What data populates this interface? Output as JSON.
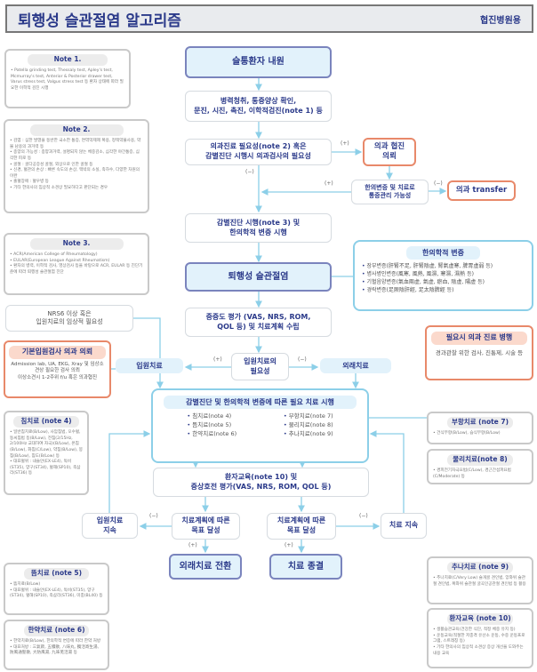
{
  "header": {
    "title": "퇴행성 슬관절염 알고리즘",
    "subtitle": "협진병원용"
  },
  "flow": {
    "visit": "슬통환자 내원",
    "history": [
      "병력청취, 통증양상 확인,",
      "문진, 시진, 촉진, 이학적검진(note 1) 등"
    ],
    "need_medical": [
      "의과진료 필요성(note 2) 혹은",
      "감별진단 시행시 의과검사의 필요성"
    ],
    "referral": [
      "의과 협진",
      "의뢰"
    ],
    "km_possible": [
      "한의변증 및 치료로",
      "통증관리 가능성"
    ],
    "transfer": "의과 transfer",
    "diff_dx": [
      "감별진단 시행(note 3) 및",
      "한의학적 변증 시행"
    ],
    "diagnosis": "퇴행성 슬관절염",
    "severity": [
      "중증도 평가 (VAS, NRS, ROM,",
      "QOL 등) 및 치료계획 수립"
    ],
    "inpatient": "입원치료",
    "inpatient_need": [
      "입원치료의",
      "필요성"
    ],
    "outpatient": "외래치료",
    "education": [
      "환자교육(note 10) 및",
      "증상호전 평가(VAS, NRS, ROM, QOL 등)"
    ],
    "goal_left": [
      "치료계획에 따른",
      "목표 달성"
    ],
    "goal_right": [
      "치료계획에 따른",
      "목표 달성"
    ],
    "continue_inpatient": [
      "입원치료",
      "지속"
    ],
    "continue_treatment": "치료 지속",
    "switch_outpatient": "외래치료 전환",
    "end_treatment": "치료 종결",
    "nrs": [
      "NRS6 이상 혹은",
      "입원치료의 임상적 필요성"
    ],
    "plus": "(+)",
    "minus": "(−)"
  },
  "treatment": {
    "title": "감별진단 및 한의학적 변증에 따른 필요 치료 시행",
    "left": [
      "침치료(note 4)",
      "뜸치료(note 5)",
      "한약치료(note 6)"
    ],
    "right": [
      "부항치료(note 7)",
      "물리치료(note 8)",
      "추나치료(note 9)"
    ]
  },
  "pattern": {
    "title": "한의학적 변증",
    "items": [
      "장부변증(肝腎不足, 肝腎陰虛, 腎氣虛寒, 脾胃虛弱 등)",
      "병사병인변증(風寒, 風熱, 風濕, 寒濕, 濕熱 등)",
      "기혈음양변증(氣血兩虛, 氣虛, 瘀血, 陰虛, 陽虛 등)",
      "경락변증(足厥陰肝經, 足太陰脾經 등)"
    ]
  },
  "medical_parallel": {
    "title": "필요시 의과 진료 병행",
    "items": [
      "경과관찰 위한 검사, 진통제, 시술 등"
    ]
  },
  "admission": {
    "title": "기본입원검사 의과 의뢰",
    "items": [
      "Admission lab, UA, EKG, Xray 및 임상소견상 필요한 검사 의뢰",
      "이상소견시 1-2주위 f/u 혹은 의과협진"
    ]
  },
  "notes": {
    "n1": {
      "title": "Note 1.",
      "items": [
        "Patella grinding test, Thessaly test, Apley's test, Mcmurray's test, Anterior & Posterior drawer test, Varus stress test, Valgus stress test 등 환자 상태에 따라 필요한 이학적 검진 시행"
      ]
    },
    "n2": {
      "title": "Note 2.",
      "items": [
        "감염 : 심한 발열을 동반한 국소한 통증, 면역억제제 복용, 정맥약물사용, 약물 남용의 과거력 등",
        "종양의 가능성 : 종양과거력, 설명되지 않는 체중감소, 심각한 야간통증, 심각한 피로 등",
        "골절 : 골다공증성 골절, 외상으로 인한 골절 등",
        "신경, 혈관의 손상 : 빠른 속도의 손상, 맥박의 소실, 족하수, 다양한 차원의 이완",
        "출혈장애 : 혈우병 등",
        "기타 한의사의 임상적 소견상 필요하다고 판단되는 경우"
      ]
    },
    "n3": {
      "title": "Note 3.",
      "items": [
        "ACR(American College of Rheumatology)",
        "EULAR(European League Against Rheumatism)",
        "환자의 병력, 이학적 검사, 영상검사 등을 바탕으로 ACR, EULAR 등 진단기준에 따라 퇴행성 슬관절염 진단"
      ]
    },
    "n4": {
      "title": "침치료 (note 4)",
      "items": [
        "일반침치료(B/Low), 사암침법, 오수혈, 동씨침법 등(B/Low), 전침(2/15Hz, 2/100Hz 교대하여 자극)(B/Low), 온침(B/Low), 화침(C/Low), 약침(B/Low), 봉침(B/Low), 침도(B/Low) 등",
        "대표혈위 : 내슬안(EX-LE4), 독비(ST35), 양구(ST34), 혈해(SP10), 족삼리(ST36) 등"
      ]
    },
    "n5": {
      "title": "뜸치료 (note 5)",
      "items": [
        "뜸치료(B/Low)",
        "대표혈위 : 내슬안(EX-LE4), 독비(ST35), 양구(ST34), 혈해(SP10), 족삼리(ST36), 미충(BL40) 등"
      ]
    },
    "n6": {
      "title": "한약치료 (note 6)",
      "items": [
        "한약치료(B/Low), 한의학적 변증에 따라 한약 처방",
        "대표처방 : 三氣飮, 五積散, 八味丸, 獨活寄生湯, 防風通聖散, 大防風湯, 九味羌活湯 등"
      ]
    },
    "n7": {
      "title": "부항치료 (note 7)",
      "items": [
        "건식부항(B/Low), 습식부항(B/Low)"
      ]
    },
    "n8": {
      "title": "물리치료(note 8)",
      "items": [
        "경피전기자극요법(C/Low), 경근간섭파요법(C/Moderate) 등"
      ]
    },
    "n9": {
      "title": "추나치료 (note 9)",
      "items": [
        "추나치료(C/Very Low) 슬개골 견인법, 앙와위 슬관절 견인법, 복와위 슬관절 굴곡인공관절 견인법 등 활용"
      ]
    },
    "n10": {
      "title": "환자교육 (note 10)",
      "items": [
        "생활습관교육(건강한 식단, 적정 체중 유지 등)",
        "운동교육(적절한 저충격 유산소 운동, 수중 운동프로그램, 스트레칭 등)",
        "기타 한의사의 임상적 소견상 증상 개선을 도와주는 내용 교육"
      ]
    }
  },
  "colors": {
    "line": "#8ccfe8",
    "main_border": "#7a84bd",
    "main_fill": "#e2f2fb",
    "orange": "#e8896a",
    "text": "#2b3a8a"
  }
}
